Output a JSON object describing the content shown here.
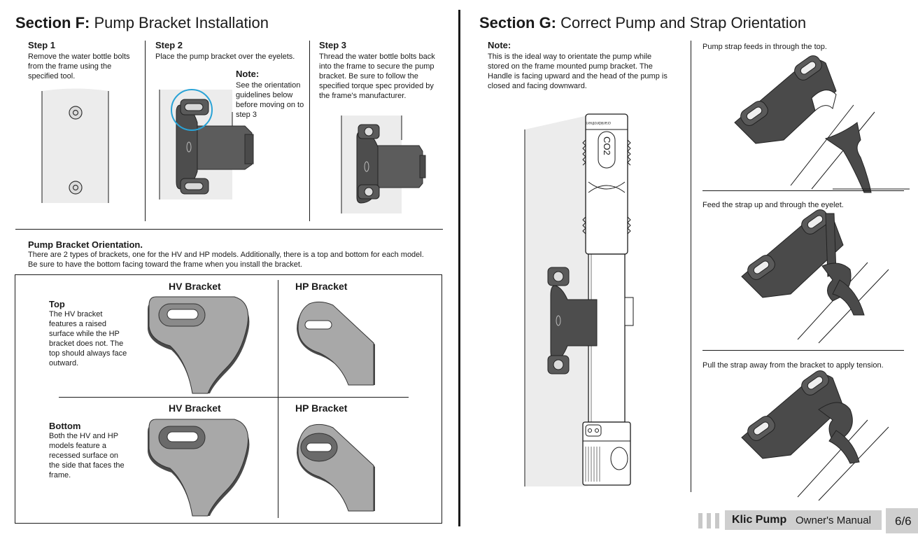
{
  "section_f": {
    "label": "Section F:",
    "title": "Pump Bracket Installation",
    "step1": {
      "heading": "Step 1",
      "text": "Remove the water bottle bolts from the frame using the specified tool."
    },
    "step2": {
      "heading": "Step 2",
      "text": "Place the pump bracket over the eyelets."
    },
    "note": {
      "heading": "Note:",
      "text": "See the orientation guidelines below before moving on to step 3"
    },
    "step3": {
      "heading": "Step 3",
      "text": "Thread the water bottle bolts back into the frame to secure the pump bracket. Be sure to follow the specified torque spec provided by the frame's manufacturer."
    },
    "orientation": {
      "heading": "Pump Bracket Orientation.",
      "text": "There are 2 types of brackets, one for the HV and HP models. Additionally, there is a top and bottom for each model. Be sure to have the bottom facing toward the frame when you install the bracket.",
      "hv_label": "HV Bracket",
      "hp_label": "HP Bracket",
      "top": {
        "heading": "Top",
        "text": "The HV bracket features a raised surface while the HP bracket does not. The top should always face outward."
      },
      "bottom": {
        "heading": "Bottom",
        "text": "Both the HV and HP models feature a recessed surface on the side that faces the frame."
      }
    }
  },
  "section_g": {
    "label": "Section G:",
    "title": "Correct Pump and Strap Orientation",
    "note": {
      "heading": "Note:",
      "text": "This is the ideal way to orientate the pump while stored on the frame mounted pump bracket. The Handle is facing upward and the head of the pump is closed and facing downward."
    },
    "pump_label": "CO2",
    "pump_brand": "crankbrothers",
    "captions": [
      "Pump strap feeds in through the top.",
      "Feed the strap up and through the eyelet.",
      "Pull the strap away from the bracket to apply tension."
    ]
  },
  "footer": {
    "product": "Klic Pump",
    "doc": "Owner's Manual",
    "page": "6/6"
  },
  "colors": {
    "ink": "#1a1a1a",
    "bracket_dark": "#4a4a4a",
    "bracket_mid": "#6a6a6a",
    "shape_gray": "#a8a8a8",
    "frame_gray": "#ececec",
    "highlight_blue": "#2aa3d6",
    "footer_bar": "#c8c8c8"
  }
}
